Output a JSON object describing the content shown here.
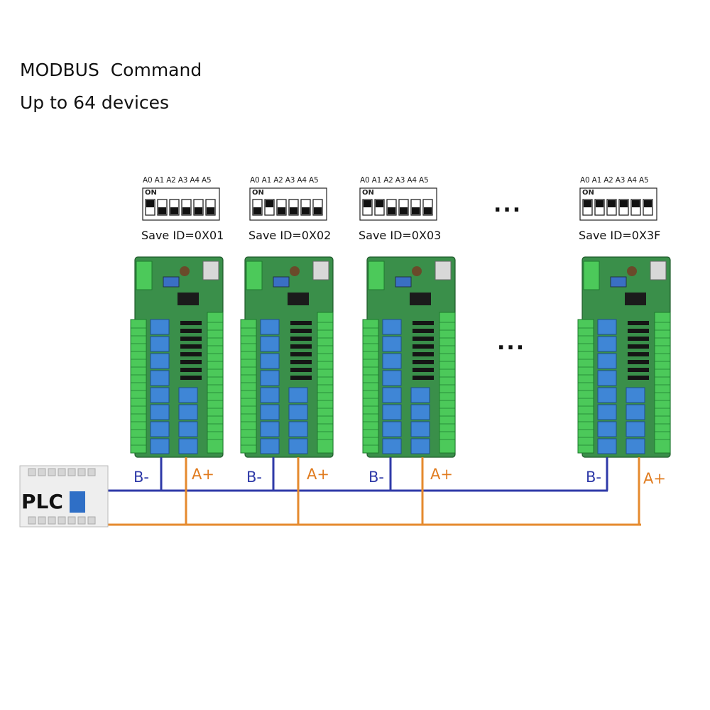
{
  "title": "MODBUS  Command",
  "subtitle": "Up to 64 devices",
  "dip_header": "A0 A1 A2 A3 A4 A5",
  "dip_on_label": "ON",
  "ellipsis": "...",
  "devices": [
    {
      "save_id": "Save ID=0X01",
      "switches_on": [
        true,
        false,
        false,
        false,
        false,
        false
      ],
      "b_label": "B-",
      "a_label": "A+"
    },
    {
      "save_id": "Save ID=0X02",
      "switches_on": [
        false,
        true,
        false,
        false,
        false,
        false
      ],
      "b_label": "B-",
      "a_label": "A+"
    },
    {
      "save_id": "Save ID=0X03",
      "switches_on": [
        true,
        true,
        false,
        false,
        false,
        false
      ],
      "b_label": "B-",
      "a_label": "A+"
    },
    {
      "save_id": "Save ID=0X3F",
      "switches_on": [
        true,
        true,
        true,
        true,
        true,
        true
      ],
      "b_label": "B-",
      "a_label": "A+"
    }
  ],
  "plc_label": "PLC",
  "colors": {
    "bus_b": "#2f3aa8",
    "bus_a": "#e58a2e",
    "pcb": "#2f9a4a",
    "terminal": "#4cc95a",
    "relay": "#3f86d6"
  }
}
